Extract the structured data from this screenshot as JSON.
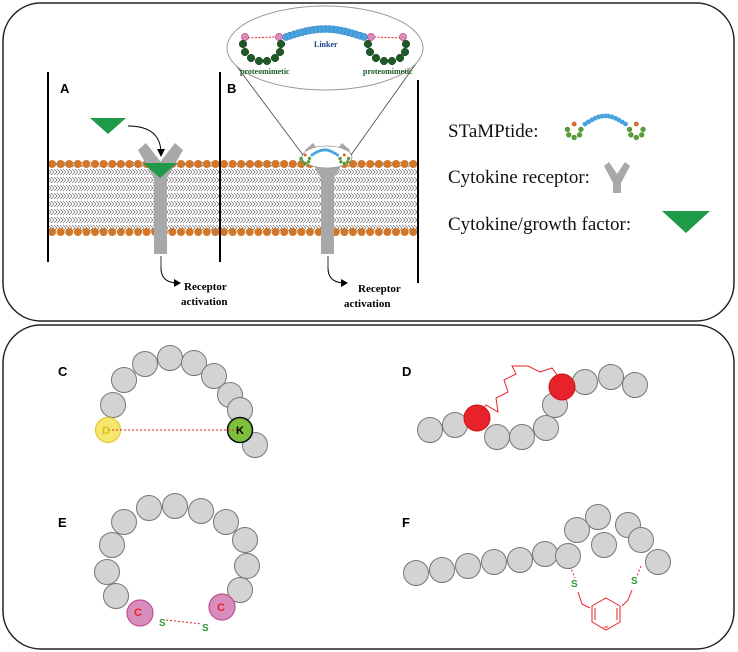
{
  "top": {
    "panel_a": "A",
    "panel_b": "B",
    "receptor_activation_a": [
      "Receptor",
      "activation"
    ],
    "receptor_activation_b": [
      "Receptor",
      "activation"
    ],
    "inset": {
      "linker": "Linker",
      "proteomimetic_left": "proteomimetic",
      "proteomimetic_right": "proteomimetic"
    },
    "legend": {
      "stamptide": "STaMPtide:",
      "cytokine_receptor": "Cytokine receptor:",
      "cytokine_growth_factor": "Cytokine/growth factor:"
    }
  },
  "bottom": {
    "panel_c": "C",
    "panel_d": "D",
    "panel_e": "E",
    "panel_f": "F",
    "residue_d": "D",
    "residue_k": "K",
    "residue_c1": "C",
    "residue_c2": "C",
    "sulfur_e1": "S",
    "sulfur_e2": "S",
    "sulfur_f1": "S",
    "sulfur_f2": "S"
  },
  "colors": {
    "residue_gray": "#d3d3d3",
    "lipid_head": "#d2772a",
    "receptor": "#a8a8a8",
    "cytokine": "#1e9a48",
    "staple_red": "#e8222a",
    "yellow_residue": "#f6e66e",
    "green_residue": "#7cbf3c",
    "pink_residue": "#d98dbd",
    "linker_blue": "#4aa3df",
    "proteomimetic_green": "#1e5a28"
  },
  "icons": [
    "cytokine-triangle-icon",
    "receptor-y-icon",
    "stamptide-icon",
    "curved-arrow-icon"
  ]
}
